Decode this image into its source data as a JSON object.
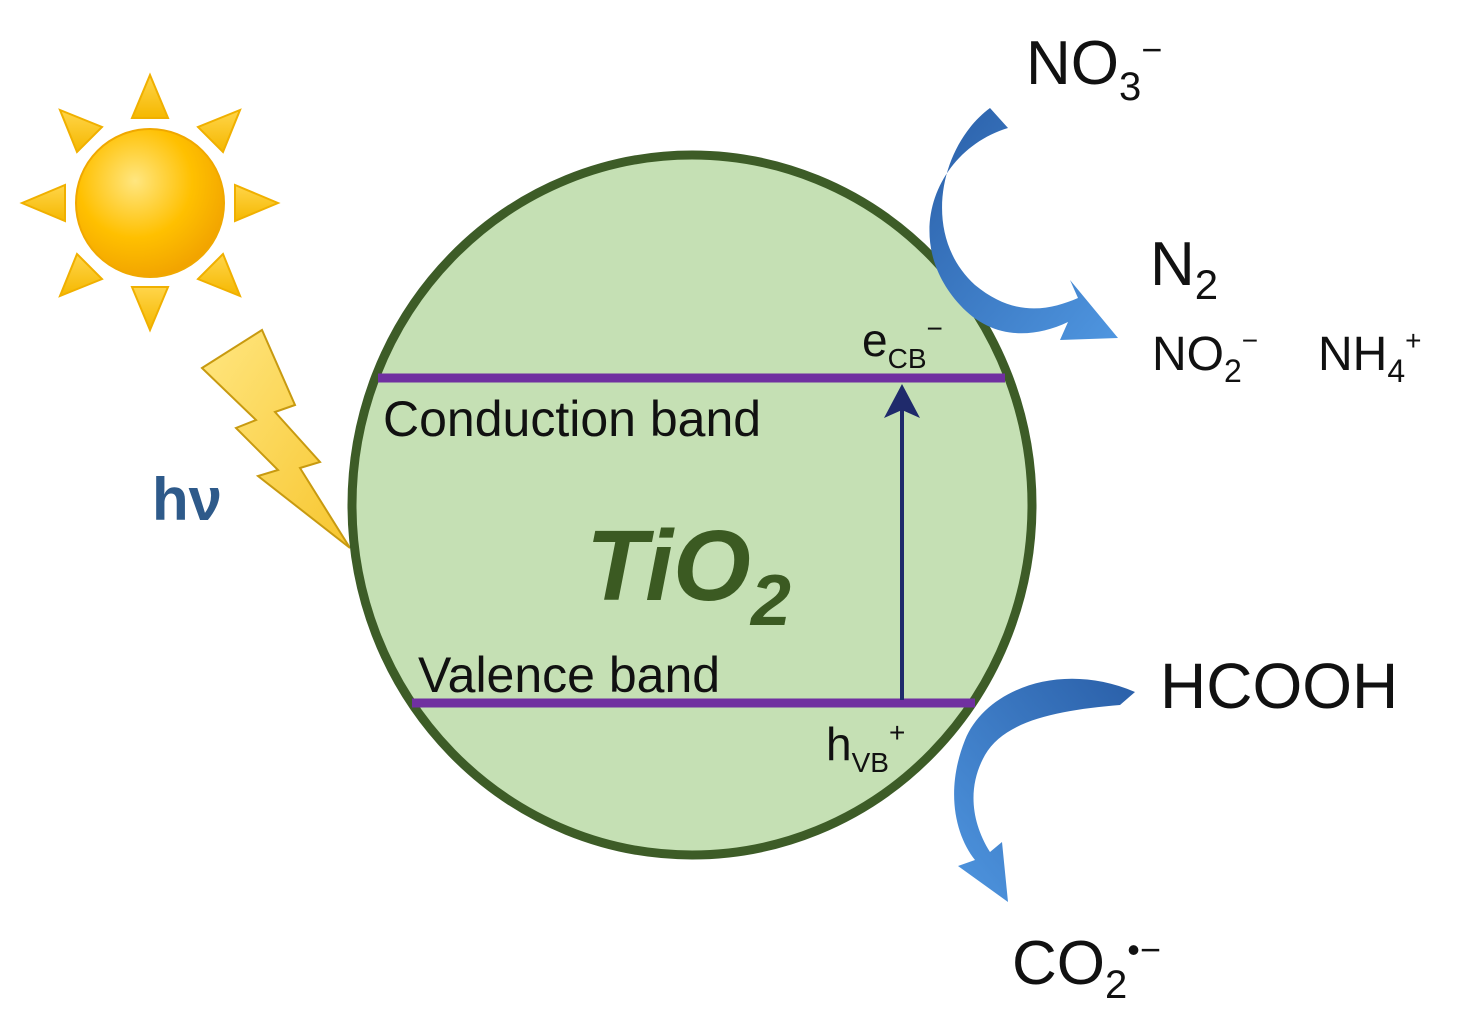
{
  "diagram": {
    "material": {
      "main": "TiO",
      "subscript": "2"
    },
    "conduction_band_label": "Conduction band",
    "valence_band_label": "Valence band",
    "electron": {
      "base": "e",
      "subscript": "CB",
      "superscript": "−"
    },
    "hole": {
      "base": "h",
      "subscript": "VB",
      "superscript": "+"
    },
    "light_label": "hν",
    "reduction": {
      "reactant": {
        "base": "NO",
        "subscript": "3",
        "superscript": "−"
      },
      "main_product": {
        "base": "N",
        "subscript": "2"
      },
      "side_product_1": {
        "base": "NO",
        "subscript": "2",
        "superscript": "−"
      },
      "side_product_2": {
        "base": "NH",
        "subscript": "4",
        "superscript": "+"
      }
    },
    "oxidation": {
      "reactant": "HCOOH",
      "product": {
        "base": "CO",
        "subscript": "2",
        "superscript": "•−"
      }
    },
    "colors": {
      "particle_fill": "#c5e0b4",
      "particle_stroke": "#3d5c27",
      "band_line": "#7030a0",
      "excitation_arrow": "#1f2a6b",
      "material_text": "#3b5a22",
      "light_text": "#2e5a8a",
      "curved_arrows": "#3a78c4",
      "sun": "#ffc000",
      "lightning": "#ffd84d"
    },
    "icons": [
      "sun-icon",
      "lightning-icon"
    ]
  }
}
